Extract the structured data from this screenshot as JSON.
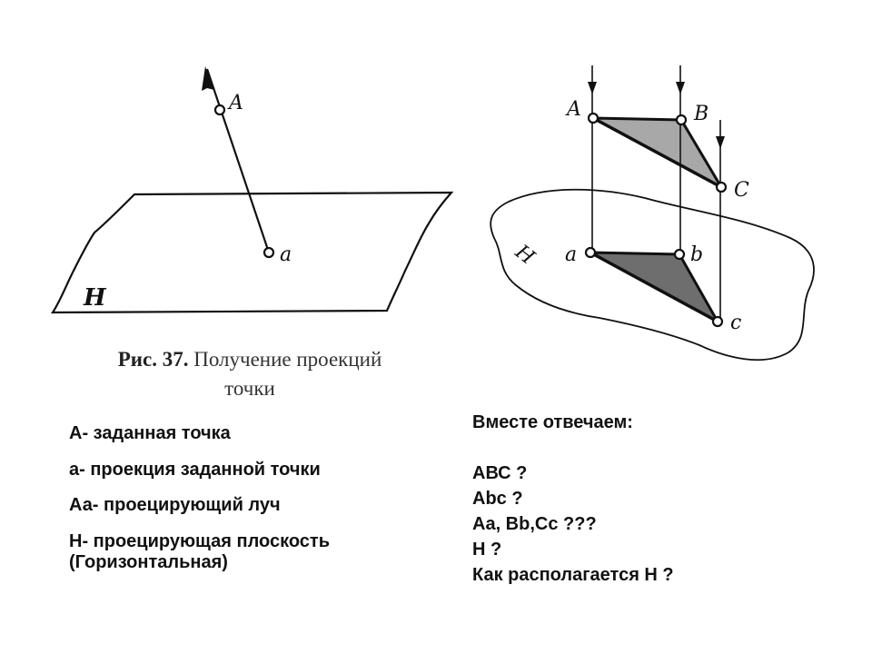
{
  "figure_left": {
    "labels": {
      "point": "A",
      "projection": "a",
      "plane": "H"
    }
  },
  "figure_right": {
    "labels": {
      "A": "A",
      "B": "B",
      "C": "C",
      "a": "a",
      "b": "b",
      "c": "c",
      "plane": "H"
    }
  },
  "caption": {
    "prefix": "Рис. 37.",
    "line1": "Получение проекций",
    "line2": "точки"
  },
  "legend": [
    "А- заданная точка",
    "а- проекция заданной точки",
    "Аа- проецирующий луч",
    "Н- проецирующая плоскость (Горизонтальная)"
  ],
  "answers": {
    "heading": "Вместе отвечаем:",
    "questions": [
      "АВС ?",
      "Abc ?",
      "Aa, Bb,Cc ???",
      "H ?",
      "Как располагается Н ?"
    ]
  },
  "colors": {
    "ink": "#111111",
    "upper_triangle_fill": "#a8a8a8",
    "lower_triangle_fill": "#6e6e6e"
  }
}
